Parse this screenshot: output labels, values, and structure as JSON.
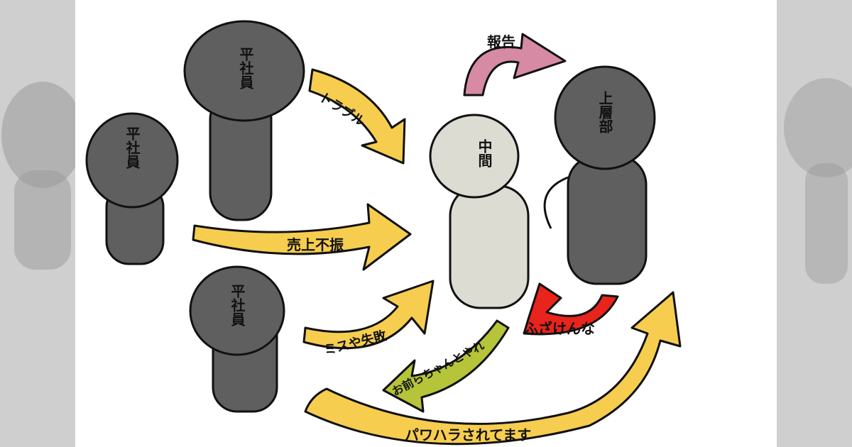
{
  "figures": {
    "worker_top": "平社員",
    "worker_left": "平社員",
    "worker_bottom": "平社員",
    "middle": "中間",
    "upper": "上層部"
  },
  "arrows": {
    "report": "報告",
    "trouble": "トラブル",
    "sales": "売上不振",
    "mistakes": "ミスや失敗",
    "do_it_properly": "お前らちゃんとやれ",
    "dont_mess": "ふざけんな",
    "power_harassment": "パワハラされてます"
  },
  "colors": {
    "figure_dark": "#5f5f5f",
    "figure_middle": "#dcdcd2",
    "arrow_yellow": "#f6cd4f",
    "arrow_pink": "#d68aa3",
    "arrow_red": "#e8241c",
    "arrow_green": "#b6c43a"
  }
}
